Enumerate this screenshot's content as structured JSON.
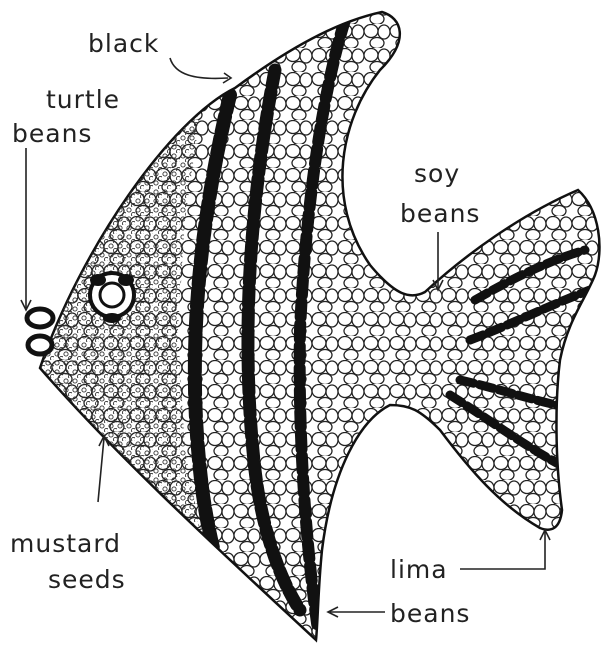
{
  "labels": {
    "black_turtle": [
      "black",
      "turtle",
      "beans"
    ],
    "soy": [
      "soy",
      "beans"
    ],
    "mustard": [
      "mustard",
      "seeds"
    ],
    "lima": [
      "lima",
      "beans"
    ]
  }
}
